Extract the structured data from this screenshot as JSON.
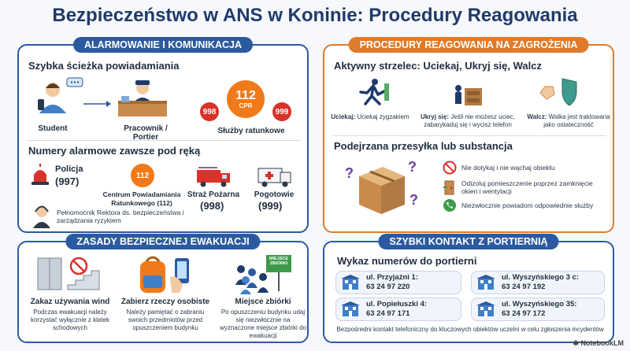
{
  "title": "Bezpieczeństwo w ANS w Koninie: Procedury Reagowania",
  "alarm": {
    "heading": "ALARMOWANIE I KOMUNIKACJA",
    "fast_path": "Szybka ścieżka powiadamiania",
    "student": "Student",
    "worker": "Pracownik / Portier",
    "services": "Służby ratunkowe",
    "cpr_num": "112",
    "cpr_txt": "CPR",
    "b998": "998",
    "b999": "999",
    "numbers_heading": "Numery alarmowe zawsze pod ręką",
    "police_label": "Policja",
    "police_num": "(997)",
    "center_icon": "112",
    "center_label": "Centrum Powiadamiania Ratunkowego (112)",
    "fire_label": "Straż Pożarna",
    "fire_num": "(998)",
    "amb_label": "Pogotowie",
    "amb_num": "(999)",
    "rector": "Pełnomocnik Rektora ds. bezpieczeństwa i zarządzania ryzykiem"
  },
  "threats": {
    "heading": "PROCEDURY REAGOWANIA NA ZAGROŻENIA",
    "shooter_heading": "Aktywny strzelec: Uciekaj, Ukryj się, Walcz",
    "run_b": "Uciekaj:",
    "run_t": "Uciekaj zygzakiem",
    "hide_b": "Ukryj się:",
    "hide_t": "Jeśli nie możesz uciec, zabarykaduj się i wycisz telefon",
    "fight_b": "Walcz:",
    "fight_t": "Walka jest traktowana jako ostateczność",
    "package_heading": "Podejrzana przesyłka lub substancja",
    "p1": "Nie dotykaj i nie wąchaj obiektu",
    "p2": "Odizoluj pomieszczenie poprzez zamknięcie okien i wentylacji",
    "p3": "Niezwłocznie powiadom odpowiednie służby"
  },
  "evac": {
    "heading": "ZASADY BEZPIECZNEJ EWAKUACJI",
    "e1_title": "Zakaz używania wind",
    "e1_text": "Podczas ewakuacji należy korzystać wyłącznie z klatek schodowych",
    "e2_title": "Zabierz rzeczy osobiste",
    "e2_text": "Należy pamiętać o zabraniu swoich przedmiotów przed opuszczeniem budynku",
    "e3_title": "Miejsce zbiórki",
    "e3_text": "Po opuszczeniu budynku udaj się niezwłocznie na wyznaczone miejsce zbiórki do ewakuacji",
    "sign": "MIEJSCE ZBIÓRKI"
  },
  "contact": {
    "heading": "SZYBKI KONTAKT Z PORTIERNIĄ",
    "list_heading": "Wykaz numerów do portierni",
    "c1_a": "ul. Przyjaźni 1:",
    "c1_n": "63 24 97 220",
    "c2_a": "ul. Wyszyńskiego 3 c:",
    "c2_n": "63 24 97 192",
    "c3_a": "ul. Popiełuszki 4:",
    "c3_n": "63 24 97 171",
    "c4_a": "ul. Wyszyńskiego 35:",
    "c4_n": "63 24 97 172",
    "note": "Bezpośredni kontakt telefoniczny do kluczowych obiektów uczelni w celu zgłoszenia incydentów"
  },
  "brand": "NotebookLM",
  "colors": {
    "blue": "#2c5aa0",
    "orange": "#e07b2a",
    "red": "#d8322a"
  }
}
